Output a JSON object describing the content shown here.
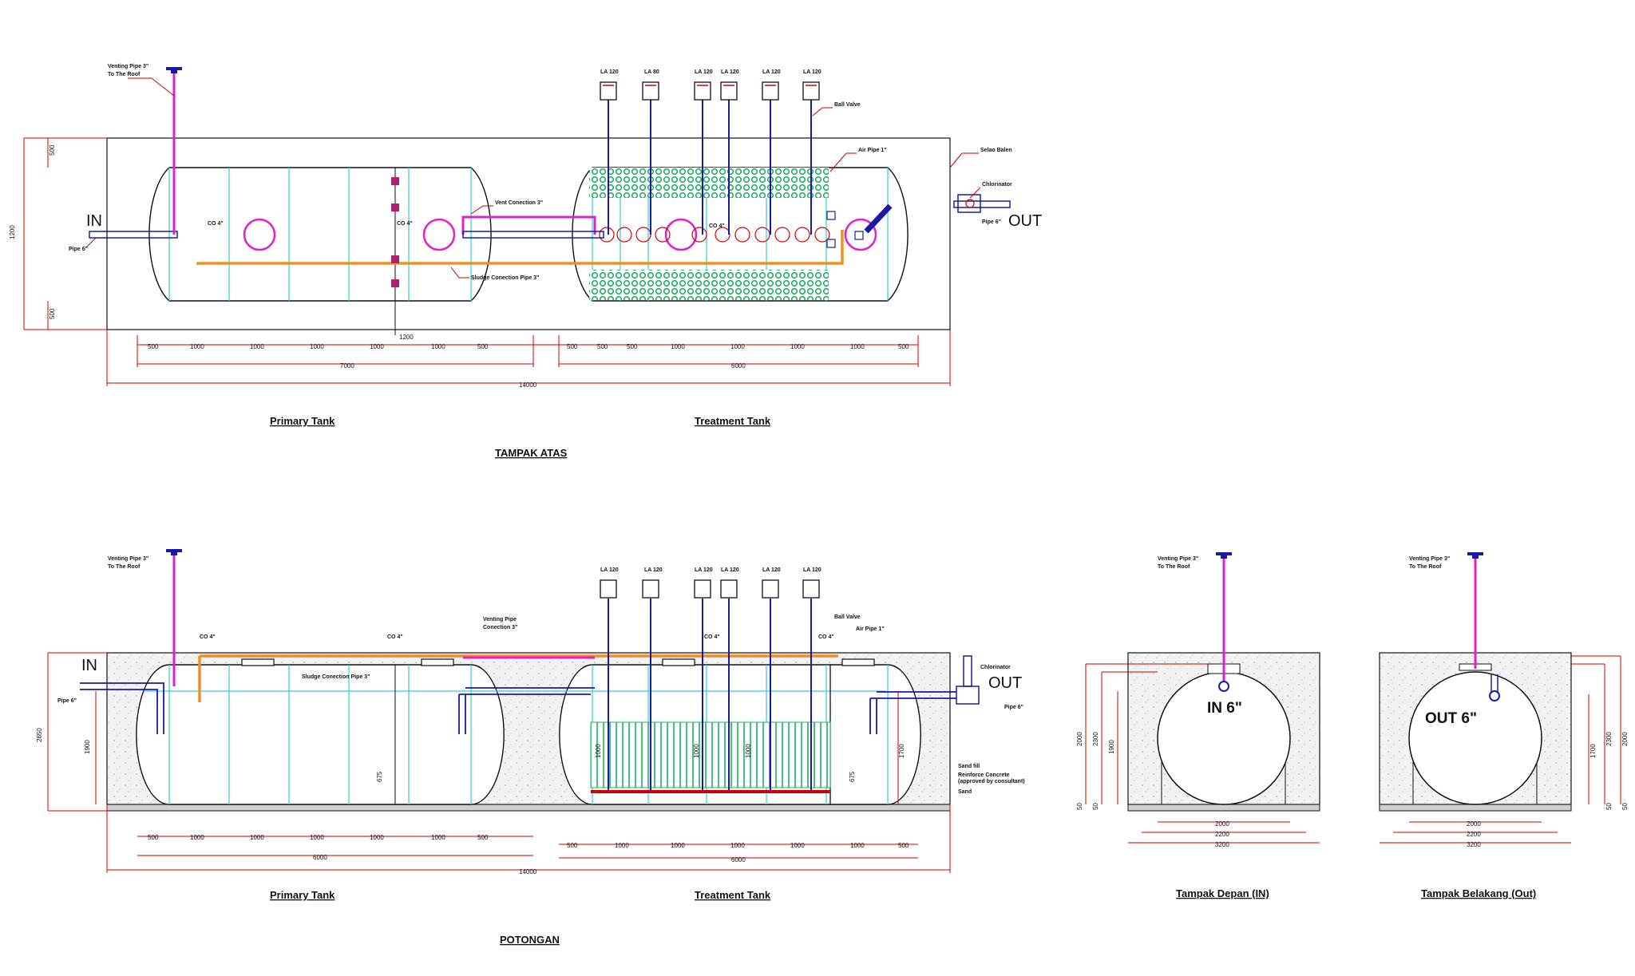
{
  "top_view": {
    "title": "TAMPAK ATAS",
    "primary_caption": "Primary Tank",
    "treatment_caption": "Treatment Tank",
    "in_label": "IN",
    "out_label": "OUT",
    "venting_label_1": "Venting Pipe 3\"",
    "venting_label_2": "To The Roof",
    "pipe_in": "Pipe 6\"",
    "pipe_out": "Pipe 6\"",
    "co1": "CO 4\"",
    "co2": "CO 4\"",
    "co3": "CO 4\"",
    "vent_connection": "Vent Conection 3\"",
    "sludge_connection": "Sludge Conection Pipe 3\"",
    "ball_valve": "Ball Valve",
    "air_pipe": "Air Pipe 1\"",
    "selubung": "Selao Balen",
    "chlorinator": "Chlorinator",
    "la_labels": [
      "LA 120",
      "LA 80",
      "LA 120",
      "LA 120",
      "LA 120",
      "LA 120"
    ],
    "dim_height_total": "1200",
    "dim_height_top": "500",
    "dim_height_bottom": "500",
    "dim_primary_segments": [
      "500",
      "1000",
      "1000",
      "1000",
      "1000",
      "1000",
      "500"
    ],
    "dim_treatment_segments": [
      "500",
      "500",
      "500",
      "1000",
      "1000",
      "1000",
      "1000",
      "500"
    ],
    "dim_primary_total": "7000",
    "dim_treatment_total": "6000",
    "dim_overall": "14000",
    "dim_gap": "1200"
  },
  "section_view": {
    "title": "POTONGAN",
    "primary_caption": "Primary Tank",
    "treatment_caption": "Treatment Tank",
    "in_label": "IN",
    "out_label": "OUT",
    "venting_label_1": "Venting Pipe 3\"",
    "venting_label_2": "To The Roof",
    "venting_pipe_conn_1": "Venting Pipe",
    "venting_pipe_conn_2": "Conection 3\"",
    "pipe_in": "Pipe 6\"",
    "pipe_out": "Pipe 6\"",
    "co1": "CO 4\"",
    "co2": "CO 4\"",
    "co3": "CO 4\"",
    "co4": "CO 4\"",
    "sludge_connection": "Sludge Conection Pipe 3\"",
    "ball_valve": "Ball Valve",
    "air_pipe": "Air Pipe 1\"",
    "chlorinator": "Chlorinator",
    "sand_fill": "Sand fill",
    "reinforce_1": "Reinforce Concrete",
    "reinforce_2": "(approved by consultant)",
    "sand": "Sand",
    "la_labels": [
      "LA 120",
      "LA 120",
      "LA 120",
      "LA 120",
      "LA 120",
      "LA 120"
    ],
    "dim_height": "2650",
    "dim_inner": "1900",
    "dim_right": "1700",
    "dim_level_1": "675",
    "dim_level_2": "675",
    "dim_media": [
      "1000",
      "1000",
      "1000"
    ],
    "dim_primary_segments": [
      "500",
      "1000",
      "1000",
      "1000",
      "1000",
      "1000",
      "500"
    ],
    "dim_treatment_segments": [
      "500",
      "1000",
      "1000",
      "1000",
      "1000",
      "1000",
      "500"
    ],
    "dim_primary_total": "6000",
    "dim_treatment_total": "6000",
    "dim_overall": "14000"
  },
  "front_view": {
    "caption": "Tampak Depan (IN)",
    "label": "IN 6\"",
    "venting_label_1": "Venting Pipe 3\"",
    "venting_label_2": "To The Roof",
    "dim_left": [
      "2000",
      "2300",
      "1900"
    ],
    "dim_bottom": [
      "2000",
      "2200",
      "3200"
    ],
    "dim_base": [
      "50",
      "50"
    ]
  },
  "back_view": {
    "caption": "Tampak Belakang (Out)",
    "label": "OUT 6\"",
    "venting_label_1": "Venting Pipe 3\"",
    "venting_label_2": "To The Roof",
    "dim_right": [
      "1700",
      "2300",
      "2000"
    ],
    "dim_bottom": [
      "2000",
      "2200",
      "3200"
    ],
    "dim_base": [
      "50",
      "50"
    ]
  },
  "colors": {
    "outline": "#111111",
    "dimension": "#d00000",
    "vent": "#e020d0",
    "air": "#1a1aa8",
    "sludge": "#f09020",
    "cyan": "#30d0d0",
    "media": "#20b060",
    "concrete": "#ececec"
  }
}
